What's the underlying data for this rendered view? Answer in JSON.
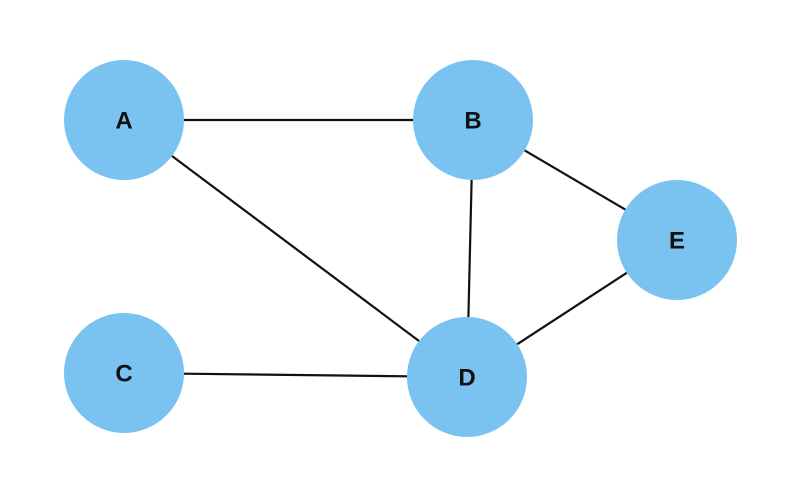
{
  "diagram": {
    "node_fill": "#7AC3F1",
    "edge_color": "#111111",
    "nodes": [
      {
        "id": "A",
        "label": "A"
      },
      {
        "id": "B",
        "label": "B"
      },
      {
        "id": "C",
        "label": "C"
      },
      {
        "id": "D",
        "label": "D"
      },
      {
        "id": "E",
        "label": "E"
      }
    ],
    "edges": [
      {
        "from": "A",
        "to": "B"
      },
      {
        "from": "A",
        "to": "D"
      },
      {
        "from": "B",
        "to": "D"
      },
      {
        "from": "B",
        "to": "E"
      },
      {
        "from": "C",
        "to": "D"
      },
      {
        "from": "D",
        "to": "E"
      }
    ]
  }
}
